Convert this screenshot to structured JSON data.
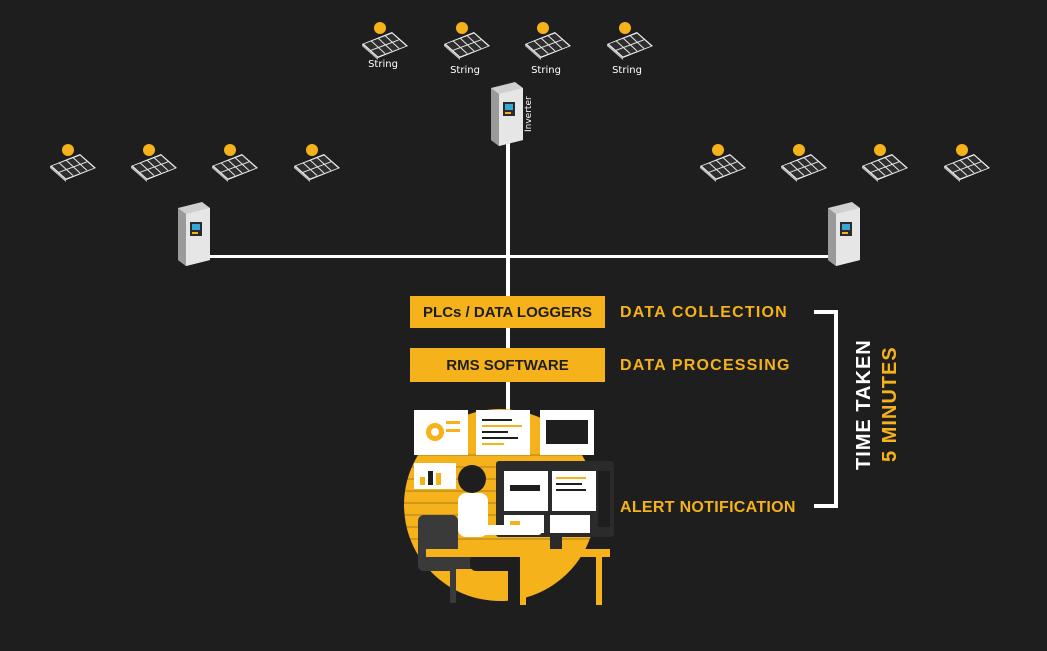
{
  "strings": [
    {
      "label": "String"
    },
    {
      "label": "String"
    },
    {
      "label": "String"
    },
    {
      "label": "String"
    }
  ],
  "inverter_label": "Inverter",
  "boxes": {
    "collection": "PLCs / DATA LOGGERS",
    "processing": "RMS SOFTWARE"
  },
  "stages": {
    "collection": "DATA COLLECTION",
    "processing": "DATA PROCESSING",
    "alert": "ALERT NOTIFICATION"
  },
  "time": {
    "label": "TIME TAKEN",
    "value": "5 MINUTES"
  },
  "colors": {
    "background": "#1f1e1e",
    "accent": "#f5b21a",
    "line": "#ffffff"
  }
}
